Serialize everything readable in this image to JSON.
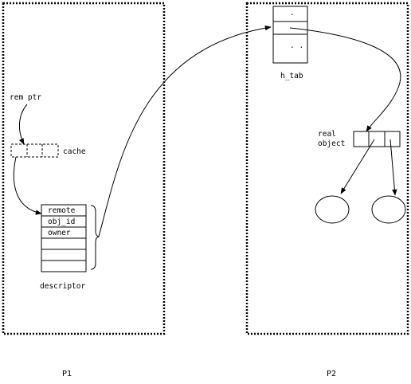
{
  "processes": {
    "p1": {
      "label": "P1"
    },
    "p2": {
      "label": "P2"
    }
  },
  "labels": {
    "rem_ptr": "rem ptr",
    "cache": "cache",
    "descriptor": "descriptor",
    "h_tab": "h_tab",
    "real_object_line1": "real",
    "real_object_line2": "object"
  },
  "descriptor_fields": [
    "remote",
    "obj_id",
    "owner",
    "",
    "",
    ""
  ],
  "h_tab_dots": ".",
  "h_tab_dots_bottom": ". ."
}
